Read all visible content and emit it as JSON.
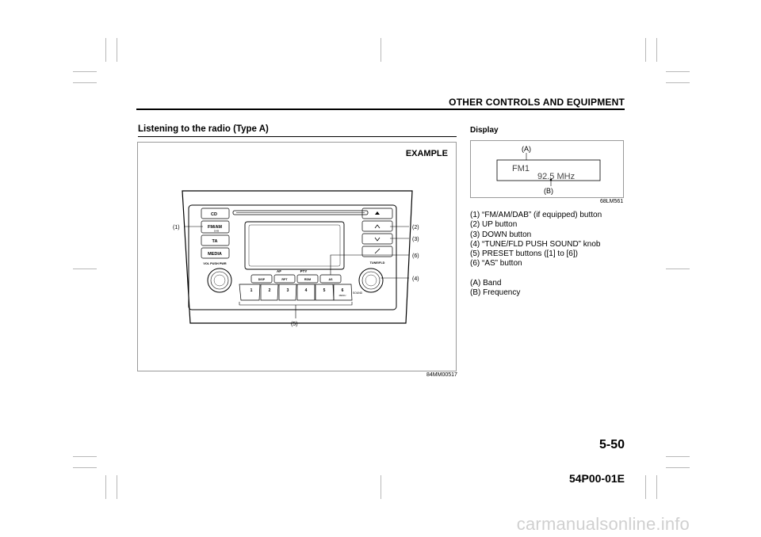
{
  "header": {
    "title": "OTHER CONTROLS AND EQUIPMENT"
  },
  "section": {
    "title": "Listening to the radio (Type A)"
  },
  "figure_main": {
    "example_label": "EXAMPLE",
    "code": "84MM00517",
    "callouts": [
      "(1)",
      "(2)",
      "(3)",
      "(6)",
      "(4)",
      "(5)"
    ],
    "panel_labels": {
      "cd": "CD",
      "fm_am": "FM/AM",
      "dab": "DAB",
      "ta": "TA",
      "media": "MEDIA",
      "vol": "VOL PUSH PWR",
      "tune": "TUNE/FLD",
      "af": "AF",
      "pty": "PTY",
      "disp": "DISP",
      "rpt": "RPT",
      "rdm": "RDM",
      "as": "AS",
      "presets": [
        "1",
        "2",
        "3",
        "4",
        "5",
        "6"
      ],
      "menu": "MENU",
      "sound": "SOUND"
    }
  },
  "display": {
    "title": "Display",
    "label_a": "(A)",
    "label_b": "(B)",
    "band": "FM1",
    "frequency": "92.5 MHz",
    "code": "68LM561"
  },
  "legend": {
    "items": [
      "(1) “FM/AM/DAB” (if equipped) button",
      "(2) UP button",
      "(3) DOWN button",
      "(4) “TUNE/FLD PUSH SOUND” knob",
      "(5) PRESET buttons ([1] to [6])",
      "(6) “AS” button"
    ],
    "sub_items": [
      "(A) Band",
      "(B) Frequency"
    ]
  },
  "footer": {
    "page_number": "5-50",
    "doc_code": "54P00-01E",
    "watermark": "carmanualsonline.info"
  }
}
